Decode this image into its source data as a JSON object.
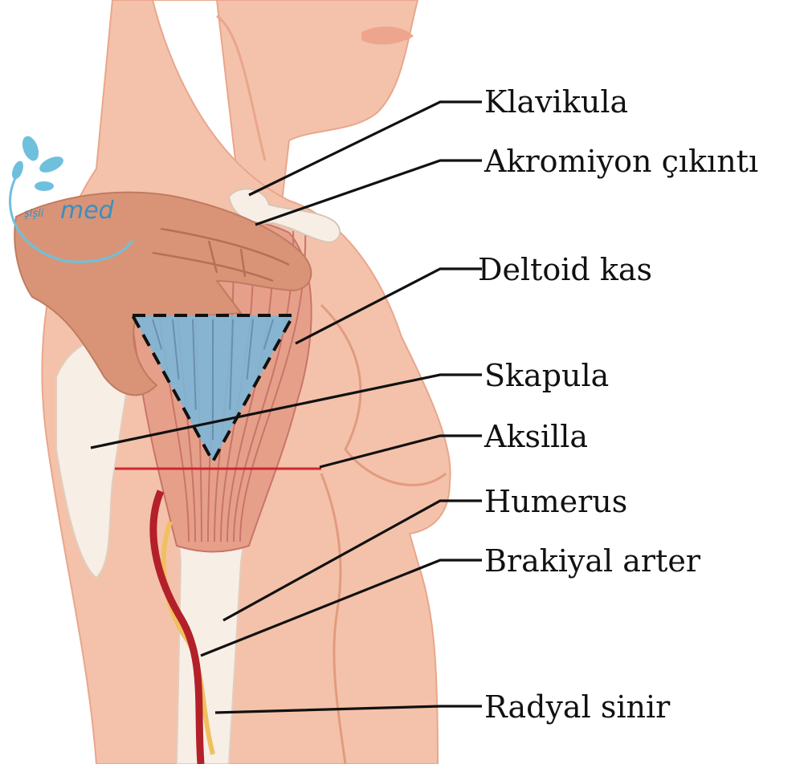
{
  "colors": {
    "skin": "#f4c2aa",
    "skin_dark": "#e9a68c",
    "muscle": "#e6a08a",
    "muscle_line": "#c9746a",
    "bone": "#f7efe6",
    "triangle_fill": "#7fb5d6",
    "artery": "#b3202a",
    "nerve": "#f0c060",
    "hand": "#d99478",
    "leader": "#111111",
    "logo_leaf": "#6ec0dd",
    "logo_text": "#3a8fc0"
  },
  "logo": {
    "name": "sigli-med-logo",
    "small_text": "şişli",
    "brand_text": "med"
  },
  "labels": [
    {
      "id": "klavikula",
      "text": "Klavikula"
    },
    {
      "id": "akromiyon",
      "text": "Akromiyon çıkıntı"
    },
    {
      "id": "deltoid",
      "text": "Deltoid kas"
    },
    {
      "id": "skapula",
      "text": "Skapula"
    },
    {
      "id": "aksilla",
      "text": "Aksilla"
    },
    {
      "id": "humerus",
      "text": "Humerus"
    },
    {
      "id": "brakiyal",
      "text": "Brakiyal arter"
    },
    {
      "id": "radyal",
      "text": "Radyal sinir"
    }
  ]
}
